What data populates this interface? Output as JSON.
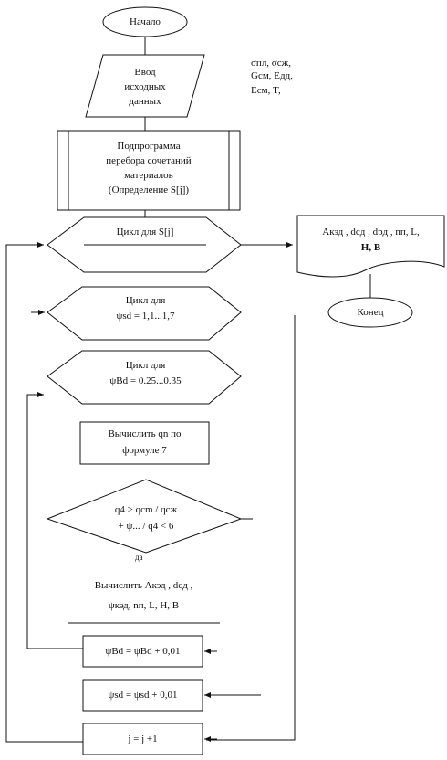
{
  "flowchart": {
    "start": "Начало",
    "input": [
      "Ввод",
      "исходных",
      "данных"
    ],
    "input_note": [
      "σпл, σсж,",
      "Gсм, Eдд,",
      "Eсм, T,"
    ],
    "subroutine": [
      "Подпрограмма",
      "перебора сочетаний",
      "материалов",
      "(Определение S[j])"
    ],
    "loop_s": "Цикл для S[j]",
    "loop_psi_sd_1": "Цикл для",
    "loop_psi_sd_2": "ψsd = 1,1...1,7",
    "loop_psi_bd_1": "Цикл для",
    "loop_psi_bd_2": "ψBd = 0.25...0.35",
    "compute_q_1": "Вычислить qn по",
    "compute_q_2": "формуле 7",
    "condition_1": "q4 > qcm / qсж",
    "condition_2": "+ ψ... / q4 < 6",
    "cond_label": "да",
    "compute_result_1": "Вычислить  Aкэд , dсд ,",
    "compute_result_2": "ψкэд, nп, L, H, B",
    "step_bd": "ψBd = ψBd + 0,01",
    "step_sd": "ψsd = ψsd + 0,01",
    "step_j": "j = j +1",
    "output_1": "Aкэд , dсд , dрд , nп, L,",
    "output_2": "H, B",
    "end": "Конец"
  }
}
